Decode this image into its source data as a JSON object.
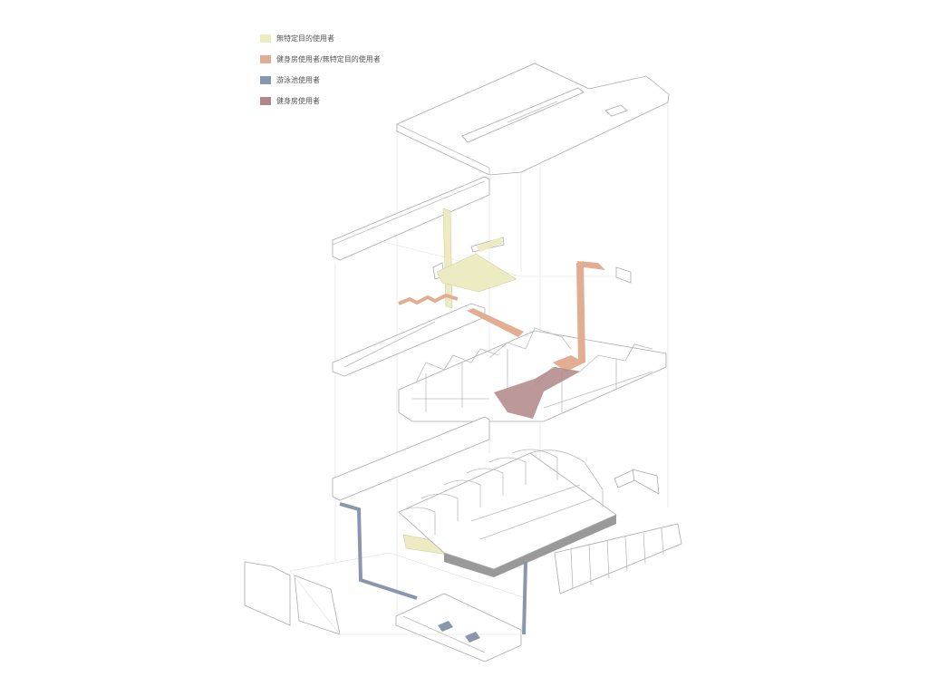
{
  "legend": [
    {
      "label": "無特定目的使用者",
      "color": "#ecebc2"
    },
    {
      "label": "健身房使用者/無特定目的使用者",
      "color": "#e2ae93"
    },
    {
      "label": "游泳池使用者",
      "color": "#8897ab"
    },
    {
      "label": "健身房使用者",
      "color": "#b08686"
    }
  ]
}
